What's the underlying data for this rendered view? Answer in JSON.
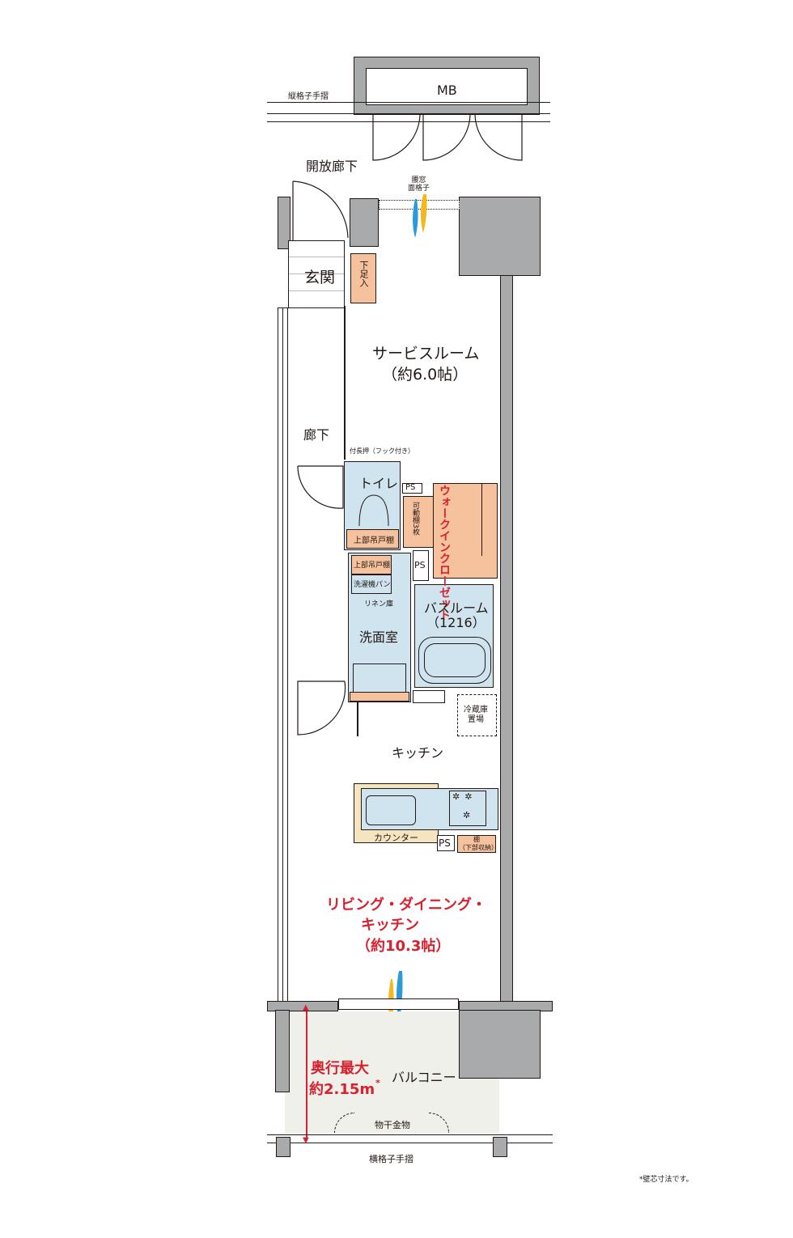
{
  "labels": {
    "mb": "MB",
    "vertical_railing": "縦格子手摺",
    "open_corridor": "開放廊下",
    "waist_window_grille": "腰窓\n面格子",
    "waist_window_line1": "腰窓",
    "waist_window_line2": "面格子",
    "entrance": "玄関",
    "shoe_box": "下足入",
    "service_room": "サービスルーム",
    "service_room_size": "（約6.0帖）",
    "hallway": "廊下",
    "closet_with_hook": "付長押（フック付き）",
    "toilet": "トイレ",
    "upper_cabinet_toilet": "上部吊戸棚",
    "ps1": "PS",
    "movable_shelves": "可動棚3枚",
    "walk_in_closet": "ウォークインクローゼット",
    "upper_cabinet_wash": "上部吊戸棚",
    "ps2": "PS",
    "washer_pan": "洗濯機パン",
    "linen": "リネン庫",
    "bathroom": "バスルーム",
    "bathroom_size": "（1216）",
    "washroom": "洗面室",
    "fridge_line1": "冷蔵庫",
    "fridge_line2": "置場",
    "kitchen": "キッチン",
    "counter": "カウンター",
    "ps3": "PS",
    "shelf_line1": "棚",
    "shelf_line2": "（下部収納）",
    "ldk_line1": "リビング・ダイニング・",
    "ldk_line2": "キッチン",
    "ldk_line3": "（約10.3帖）",
    "depth_line1": "奥行最大",
    "depth_line2": "約2.15m",
    "depth_mark": "*",
    "balcony": "バルコニー",
    "drying_hardware": "物干金物",
    "horizontal_railing": "横格子手摺",
    "note": "*壁芯寸法です。"
  },
  "colors": {
    "accent_red": "#d7212f",
    "blue_wet": "#cfe4ee",
    "orange_storage": "#f6c19d",
    "wall_gray": "#a9aaac",
    "airflow_blue": "#2a9bd7",
    "airflow_yellow": "#f2b81c"
  }
}
